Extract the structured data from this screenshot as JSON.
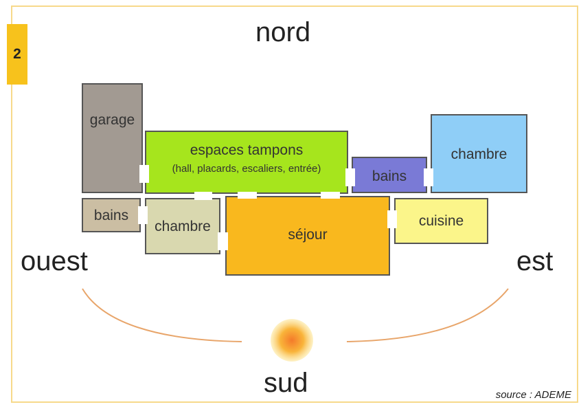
{
  "badge": "2",
  "directions": {
    "north": "nord",
    "west": "ouest",
    "east": "est",
    "south": "sud"
  },
  "rooms": {
    "garage": "garage",
    "buffer_title": "espaces tampons",
    "buffer_detail": "(hall, placards, escaliers, entrée)",
    "bathroom_north": "bains",
    "bedroom_northeast": "chambre",
    "bathroom_west": "bains",
    "bedroom_south": "chambre",
    "living": "séjour",
    "kitchen": "cuisine"
  },
  "colors": {
    "badge": "#f7c21c",
    "garage": "#a29a92",
    "buffer": "#a6e51d",
    "bathroom_north": "#7a7ad6",
    "bedroom_northeast": "#8fcef7",
    "bathroom_west": "#cbbea3",
    "bedroom_south": "#d9d8af",
    "living": "#f9b81e",
    "kitchen": "#fbf58a",
    "sun_path": "#e8a56a",
    "sun": "#f7a52c"
  },
  "source": "source : ADEME"
}
